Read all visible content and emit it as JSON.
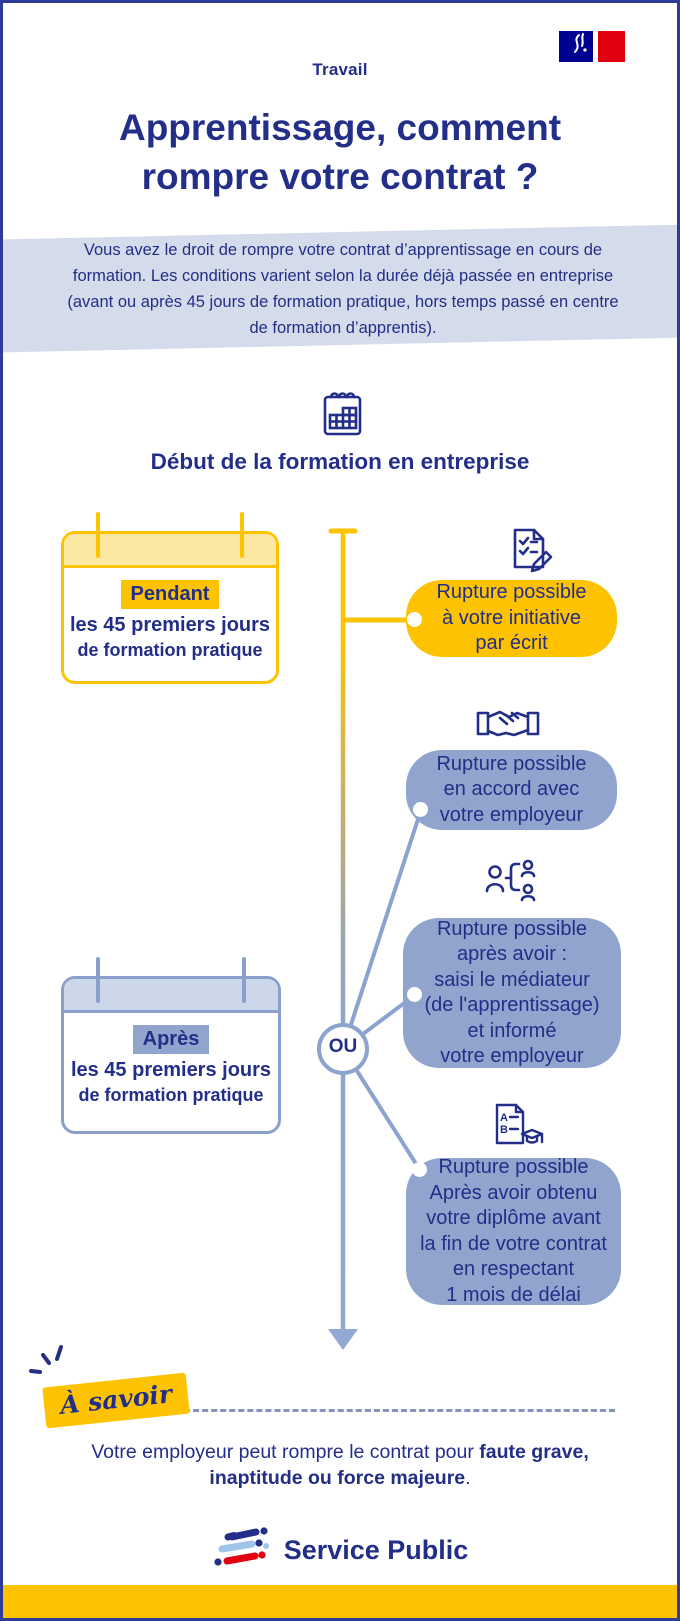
{
  "header": {
    "category": "Travail",
    "title_line1": "Apprentissage, comment",
    "title_line2": "rompre votre contrat ?"
  },
  "intro": {
    "text": "Vous avez le droit de rompre votre contrat d’apprentissage en cours de formation. Les conditions varient selon la durée déjà passée en entreprise (avant ou après 45 jours de formation pratique, hors temps passé en centre de formation d’apprentis)."
  },
  "timeline": {
    "section_title": "Début de la formation en entreprise",
    "or_label": "OU"
  },
  "period_pendant": {
    "highlight": "Pendant",
    "line1": "les 45 premiers jours",
    "line2": "de formation pratique"
  },
  "period_apres": {
    "highlight": "Après",
    "line1": "les 45 premiers jours",
    "line2": "de formation pratique"
  },
  "bubbles": [
    {
      "lines": [
        "Rupture possible",
        "à votre initiative",
        "par écrit"
      ]
    },
    {
      "lines": [
        "Rupture possible",
        "en accord avec",
        "votre employeur"
      ]
    },
    {
      "lines": [
        "Rupture possible",
        "après avoir :",
        "saisi le médiateur",
        "(de l'apprentissage)",
        "et informé",
        "votre employeur"
      ]
    },
    {
      "lines": [
        "Rupture possible",
        "Après avoir obtenu",
        "votre diplôme avant",
        "la fin de votre contrat",
        "en respectant",
        "1 mois de délai"
      ]
    }
  ],
  "icons": {
    "diploma_letter_a": "A",
    "diploma_letter_b": "B"
  },
  "note": {
    "badge": "À savoir",
    "line1_normal": "Votre employeur peut rompre le contrat pour ",
    "line1_bold": "faute grave,",
    "line2_bold": "inaptitude ou force majeure",
    "line2_end": "."
  },
  "footer": {
    "brand": "Service Public"
  },
  "colors": {
    "navy": "#222e87",
    "yellow": "#fdc300",
    "light_yellow": "#fbe8a2",
    "band_blue": "#d4dbea",
    "bubble_blue": "#91a4ce",
    "calendar_blue_border": "#8aa0ca",
    "calendar_blue_header": "#ccd7ea",
    "line_blue": "#8ca3d0",
    "flag_blue": "#000091",
    "flag_red": "#e1000f",
    "logo_light_blue": "#9ec5e8",
    "logo_red": "#e1000f"
  }
}
